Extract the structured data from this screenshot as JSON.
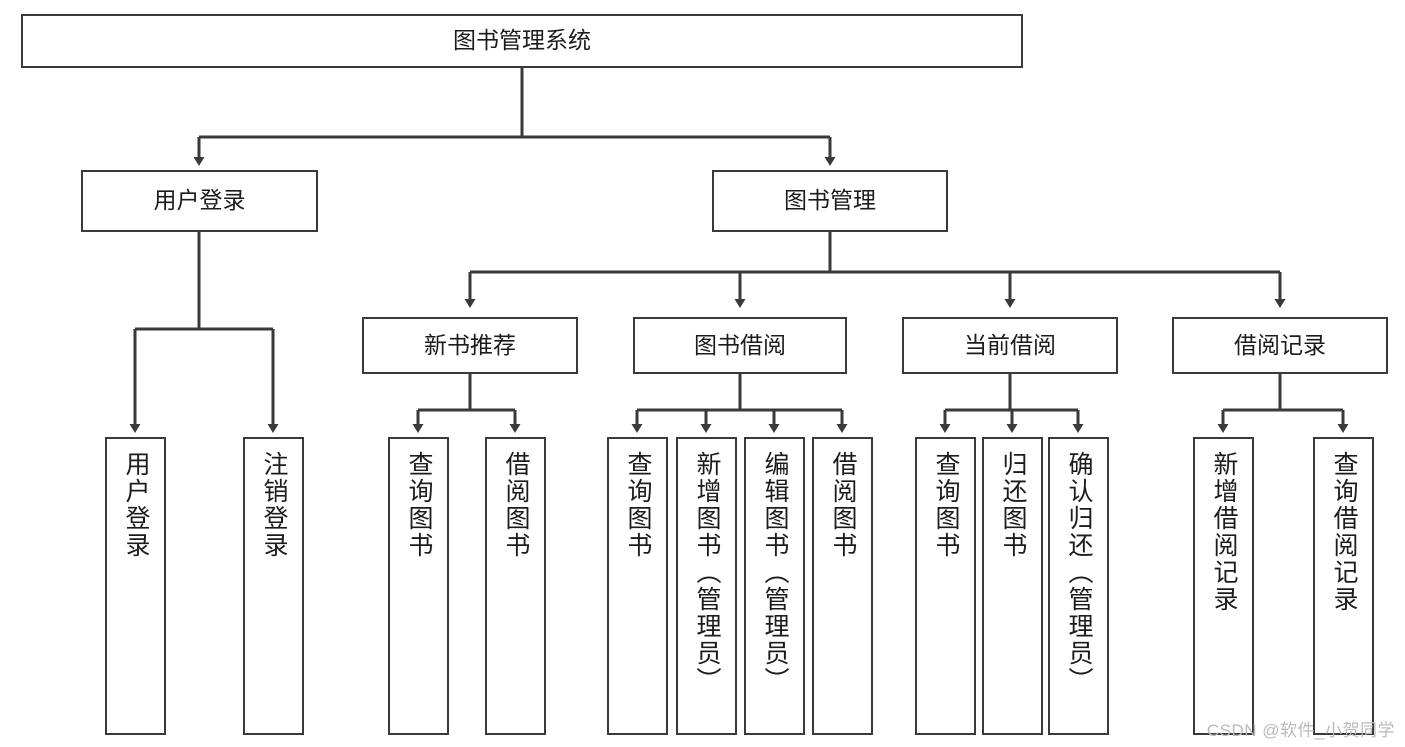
{
  "diagram": {
    "title": "图书管理系统",
    "type": "tree",
    "colors": {
      "box_border": "#3a3a3a",
      "box_fill": "#ffffff",
      "connector": "#3a3a3a",
      "text": "#1c1c1c",
      "watermark": "#b9b9b9",
      "background": "#ffffff"
    },
    "root": {
      "label": "图书管理系统"
    },
    "level2": [
      {
        "label": "用户登录"
      },
      {
        "label": "图书管理"
      }
    ],
    "level3": [
      {
        "label": "新书推荐"
      },
      {
        "label": "图书借阅"
      },
      {
        "label": "当前借阅"
      },
      {
        "label": "借阅记录"
      }
    ],
    "leaves": {
      "user_login": [
        {
          "label": "用户登录"
        },
        {
          "label": "注销登录"
        }
      ],
      "new_book_recommend": [
        {
          "label": "查询图书"
        },
        {
          "label": "借阅图书"
        }
      ],
      "book_borrow": [
        {
          "label": "查询图书"
        },
        {
          "label": "新增图书（管理员）"
        },
        {
          "label": "编辑图书（管理员）"
        },
        {
          "label": "借阅图书"
        }
      ],
      "current_borrow": [
        {
          "label": "查询图书"
        },
        {
          "label": "归还图书"
        },
        {
          "label": "确认归还（管理员）"
        }
      ],
      "borrow_records": [
        {
          "label": "新增借阅记录"
        },
        {
          "label": "查询借阅记录"
        }
      ]
    }
  },
  "watermark": {
    "text": "CSDN @软件_小贺同学"
  }
}
